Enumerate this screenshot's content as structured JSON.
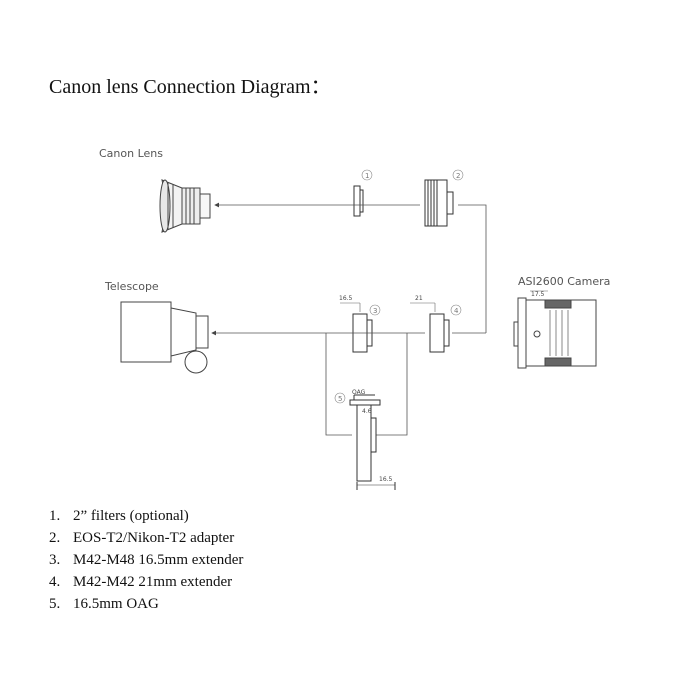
{
  "title": "Canon lens Connection Diagram：",
  "diagram": {
    "canon_lens_label": "Canon Lens",
    "telescope_label": "Telescope",
    "camera_label": "ASI2600 Camera",
    "dims": {
      "camera_back": "17.5",
      "ext3": "16.5",
      "ext4": "21",
      "oag_bottom": "16.5",
      "oag_top": "OAG",
      "oag_small": "4.6"
    },
    "markers": [
      "1",
      "2",
      "3",
      "4",
      "5"
    ]
  },
  "legend": [
    {
      "num": "1.",
      "text": "2” filters (optional)"
    },
    {
      "num": "2.",
      "text": "EOS-T2/Nikon-T2 adapter"
    },
    {
      "num": "3.",
      "text": "M42-M48 16.5mm extender"
    },
    {
      "num": "4.",
      "text": "M42-M42 21mm extender"
    },
    {
      "num": "5.",
      "text": "16.5mm OAG"
    }
  ],
  "colors": {
    "line": "#555555",
    "part": "#333333"
  }
}
